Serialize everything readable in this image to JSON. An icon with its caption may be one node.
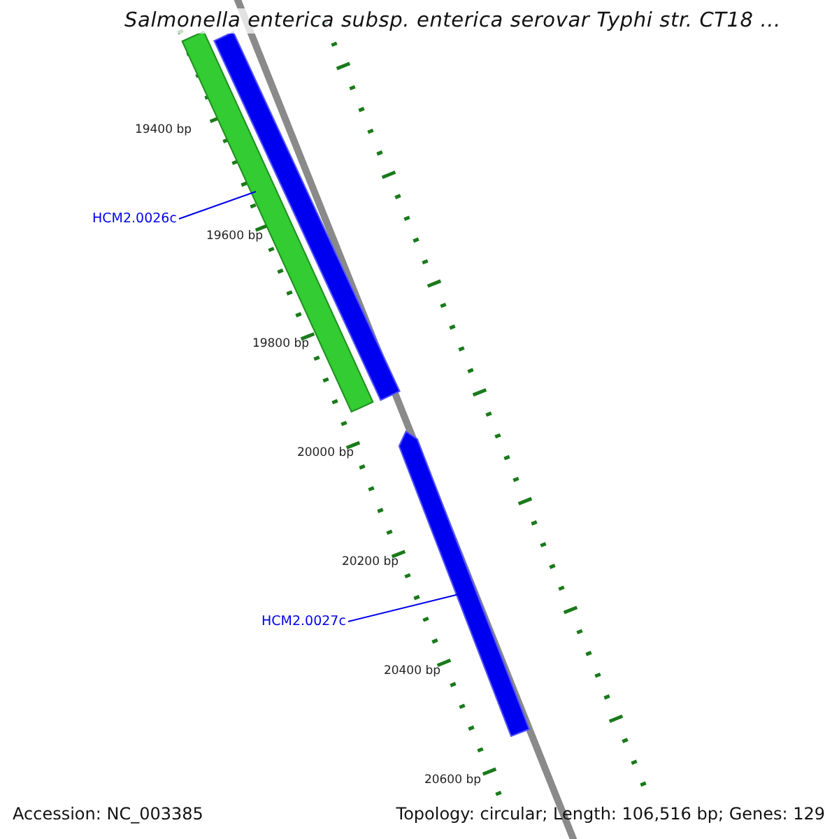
{
  "diagram": {
    "title": "Salmonella enterica subsp. enterica serovar Typhi str. CT18 ...",
    "nodes": [
      {
        "text": [
          "HCM2.0026c"
        ]
      },
      {
        "text": [],
        "shape": "bar"
      },
      {
        "text": [
          "HCM2.0027c"
        ]
      },
      {
        "text": [],
        "shape": "bar"
      }
    ],
    "edges": [
      {
        "from": 0,
        "to": 1,
        "arrow": "none"
      },
      {
        "from": 2,
        "to": 3,
        "arrow": "none"
      }
    ],
    "labels": [
      "19400 bp",
      "19600 bp",
      "19800 bp",
      "20000 bp",
      "20200 bp",
      "20400 bp",
      "20600 bp",
      "Accession: NC_003385",
      "Topology: circular; Length: 106,516 bp; Genes: 129"
    ]
  }
}
